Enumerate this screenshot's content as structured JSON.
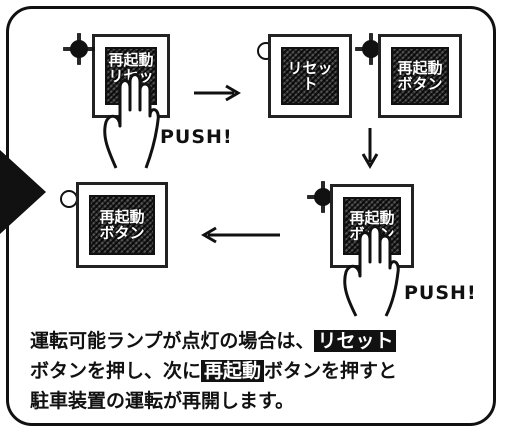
{
  "steps": [
    {
      "screen_label": "再起動\nリセット",
      "lamp": "on"
    },
    {
      "screen_label": "リセット",
      "lamp": "off"
    },
    {
      "screen_label": "再起動\nボタン",
      "lamp": "on"
    },
    {
      "screen_label": "再起動\nボタン",
      "lamp": "on"
    },
    {
      "screen_label": "再起動\nボタン",
      "lamp": "off"
    }
  ],
  "push_label_1": "PUSH!",
  "push_label_2": "PUSH!",
  "instruction": {
    "line1_prefix": "運転可能ランプが点灯の場合は、",
    "line1_btn": "リセット",
    "line2_prefix": "ボタンを押し、次に",
    "line2_btn": "再起動",
    "line2_suffix": "ボタンを押すと",
    "line3": "駐車装置の運転が再開します。"
  }
}
